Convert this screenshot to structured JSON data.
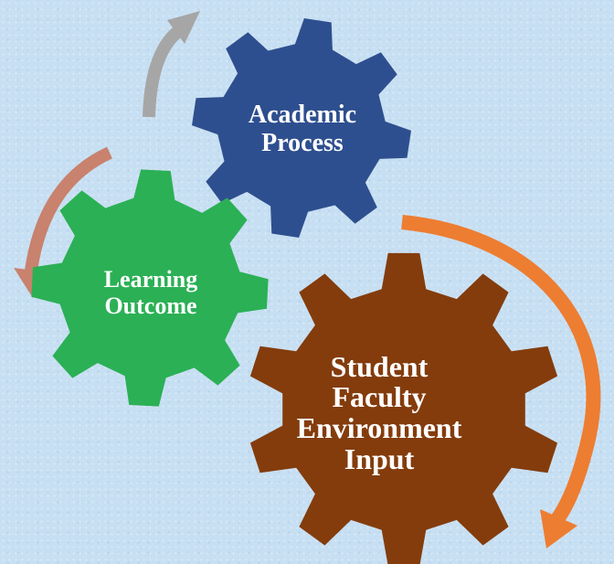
{
  "gears": {
    "academic": {
      "lines": [
        "Academic",
        "Process"
      ],
      "color": "#2e4f8f"
    },
    "learning": {
      "lines": [
        "Learning",
        "Outcome"
      ],
      "color": "#2bb055"
    },
    "student": {
      "lines": [
        "Student",
        "Faculty",
        "Environment",
        "Input"
      ],
      "color": "#843c0c"
    }
  },
  "arrows": {
    "gray": {
      "color": "#a6a6a6"
    },
    "salmon": {
      "color": "#c8826e"
    },
    "orange": {
      "color": "#ed7d31"
    }
  }
}
